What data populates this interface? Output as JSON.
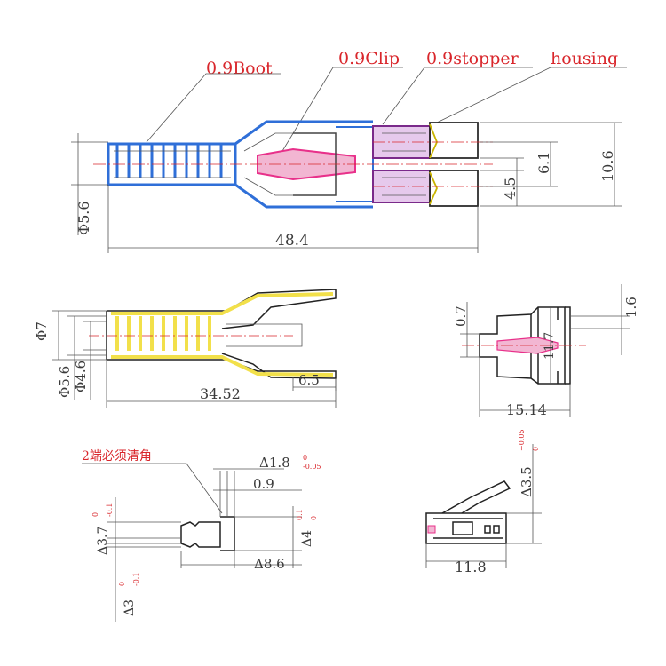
{
  "callouts": {
    "boot": "0.9Boot",
    "clip": "0.9Clip",
    "stopper": "0.9stopper",
    "housing": "housing"
  },
  "main_view": {
    "dim_width": "48.4",
    "dim_dia_boot": "Φ5.6",
    "dim_height": "10.6",
    "dim_pitch": "6.1",
    "dim_ferrule": "4.5"
  },
  "boot_view": {
    "dim_dia_outer": "Φ7",
    "dim_dia_mid": "Φ5.6",
    "dim_dia_inner": "Φ4.6",
    "dim_length": "34.52",
    "dim_tip": "6.5"
  },
  "clip_view": {
    "dim_a": "0.7",
    "dim_b": "1.6",
    "dim_center": "11.7",
    "dim_width": "15.14"
  },
  "stopper_view": {
    "note": "2端必须清角",
    "dim_a": "Δ1.8",
    "dim_a_tol_top": "0",
    "dim_a_tol_bot": "-0.05",
    "dim_b": "0.9",
    "dim_c": "Δ3.7",
    "dim_c_tol_top": "0",
    "dim_c_tol_bot": "-0.1",
    "dim_d": "Δ4",
    "dim_d_tol_top": "0.1",
    "dim_d_tol_bot": "0",
    "dim_e": "Δ8.6",
    "dim_f": "Δ3",
    "dim_f_tol_top": "0",
    "dim_f_tol_bot": "-0.1"
  },
  "housing_view": {
    "dim_width": "11.8",
    "dim_height": "Δ3.5",
    "dim_height_tol_top": "+0.05",
    "dim_height_tol_bot": "0"
  },
  "colors": {
    "boot": "#2f6fd8",
    "clip": "#e8308a",
    "stopper": "#7a2a8a",
    "housing": "#2c2c2c",
    "boot_yellow": "#f2e04a",
    "label": "#d9262b"
  }
}
